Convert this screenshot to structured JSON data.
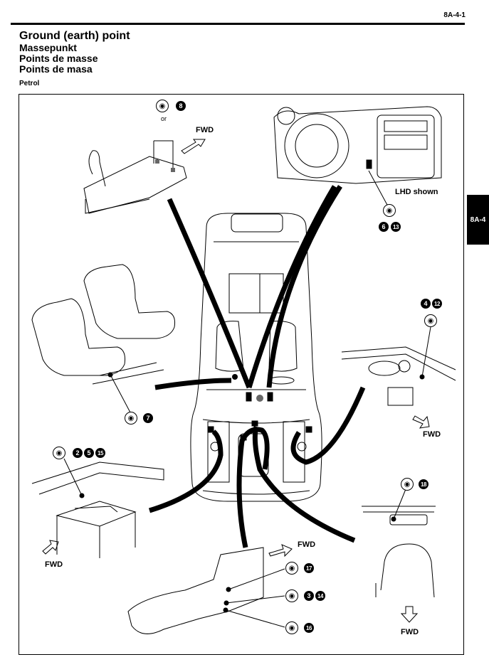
{
  "header": {
    "page_number": "8A-4-1",
    "section_tab": "8A-4"
  },
  "titles": {
    "main": "Ground (earth) point",
    "german": "Massepunkt",
    "french": "Points de masse",
    "spanish": "Points de masa"
  },
  "variant_label": "Petrol",
  "diagram": {
    "fwd_label": "FWD",
    "or_label": "or",
    "lhd_label": "LHD shown",
    "ground_points": [
      {
        "location": "shift-console",
        "numbers": [
          "8"
        ],
        "symbol": "bolt-ground-icon"
      },
      {
        "location": "dashboard",
        "numbers": [
          "6",
          "13"
        ],
        "symbol": "bolt-ground-icon"
      },
      {
        "location": "wiper-motor",
        "numbers": [
          "4",
          "12"
        ],
        "symbol": "terminal-ground-icon"
      },
      {
        "location": "seat-floor",
        "numbers": [
          "7"
        ],
        "symbol": "terminal-ground-icon"
      },
      {
        "location": "battery",
        "numbers": [
          "2",
          "5",
          "15"
        ],
        "symbol": "multi-terminal-ground-icon"
      },
      {
        "location": "engine-upper",
        "numbers": [
          "17"
        ],
        "symbol": "bolt-ground-icon"
      },
      {
        "location": "engine-middle",
        "numbers": [
          "3",
          "14"
        ],
        "symbol": "terminal-ground-icon"
      },
      {
        "location": "engine-lower",
        "numbers": [
          "16"
        ],
        "symbol": "terminal-ground-icon"
      },
      {
        "location": "rear-body",
        "numbers": [
          "18"
        ],
        "symbol": "terminal-ground-icon"
      }
    ]
  }
}
